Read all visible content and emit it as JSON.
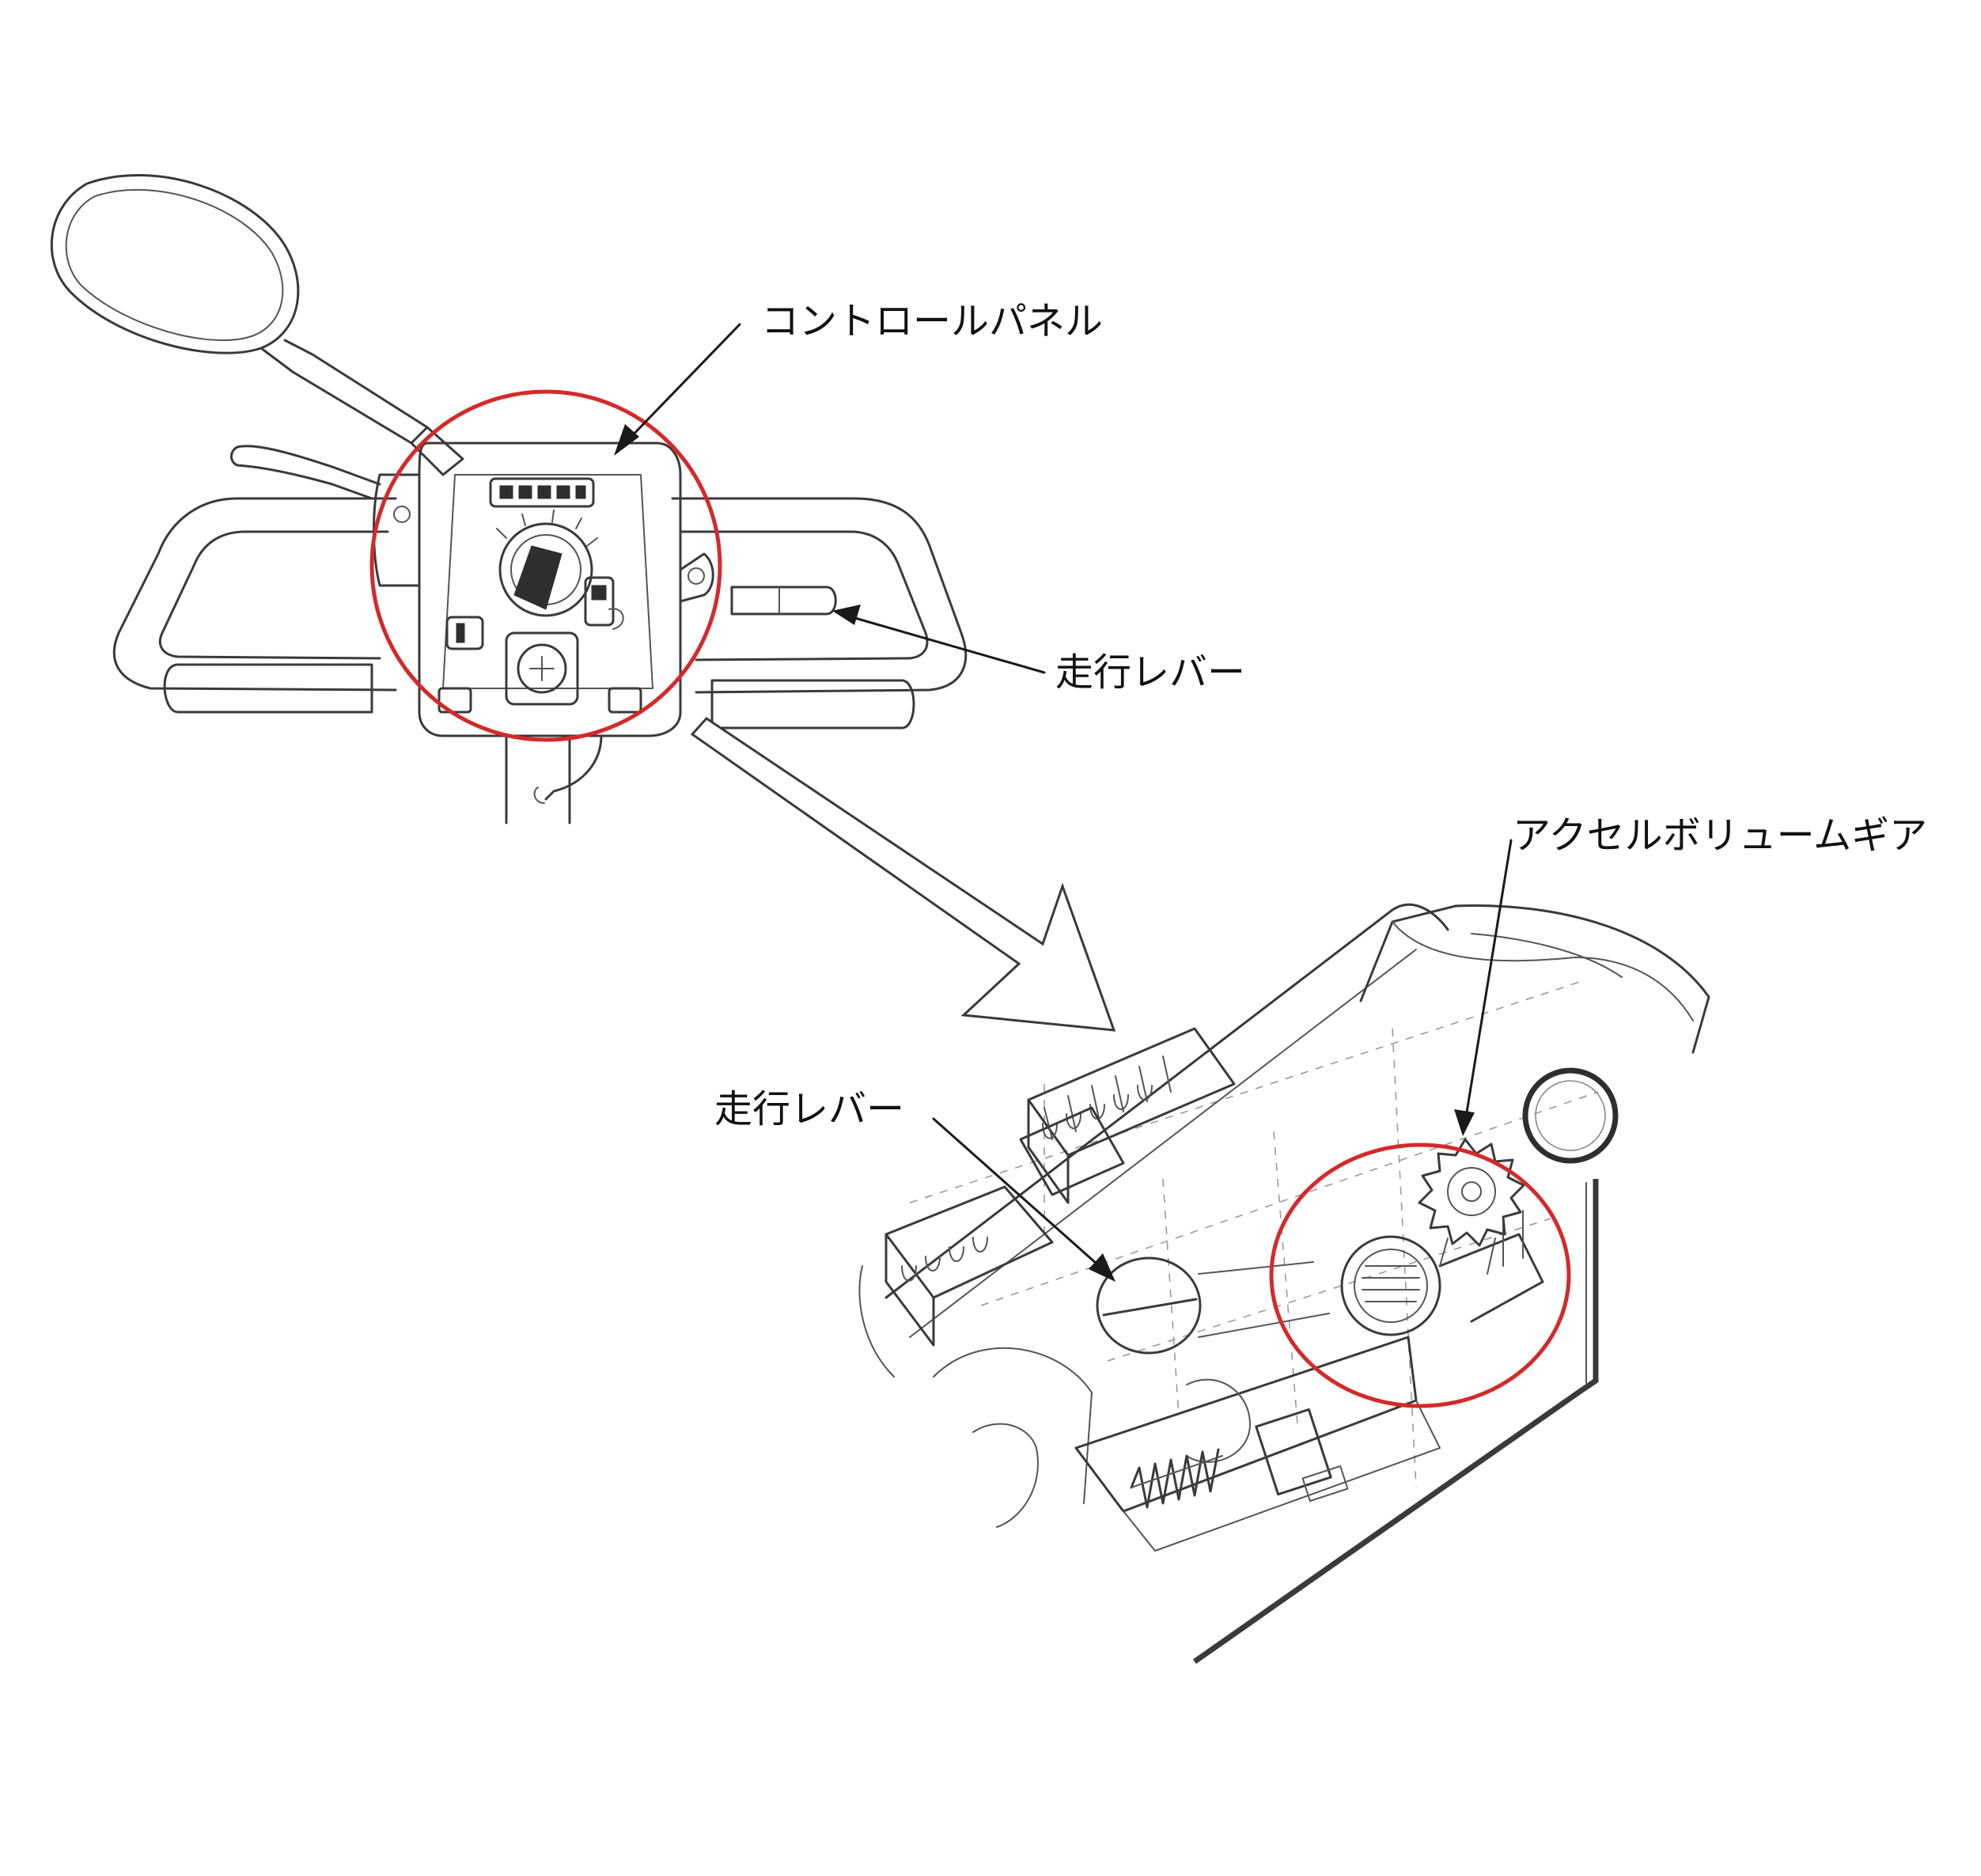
{
  "labels": {
    "control_panel": "コントロールパネル",
    "drive_lever_top": "走行レバー",
    "drive_lever_bottom": "走行レバー",
    "accel_volume_gear": "アクセルボリュームギア"
  },
  "colors": {
    "highlight_circle": "#d42a2a",
    "line_art": "#3a3a3a",
    "background": "#ffffff"
  }
}
